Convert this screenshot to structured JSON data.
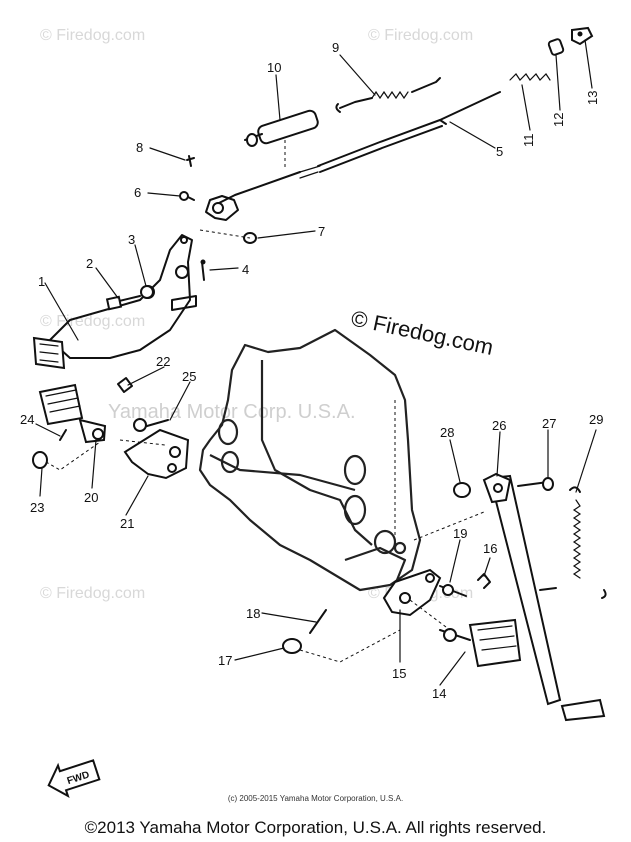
{
  "watermarks": {
    "small": "© Firedog.com",
    "center": "© Firedog.com",
    "corporate": "Yamaha Motor Corp. U.S.A."
  },
  "fwd_label": "FWD",
  "fine_print": "(c) 2005-2015 Yamaha Motor Corporation, U.S.A.",
  "footer": "©2013 Yamaha Motor Corporation, U.S.A. All rights reserved.",
  "part_numbers": [
    "1",
    "2",
    "3",
    "4",
    "5",
    "6",
    "7",
    "8",
    "9",
    "10",
    "11",
    "12",
    "13",
    "14",
    "15",
    "16",
    "17",
    "18",
    "19",
    "20",
    "21",
    "22",
    "23",
    "24",
    "25",
    "26",
    "27",
    "28",
    "29"
  ],
  "colors": {
    "ink": "#111111",
    "watermark": "#d8d8d8",
    "background": "#ffffff"
  }
}
